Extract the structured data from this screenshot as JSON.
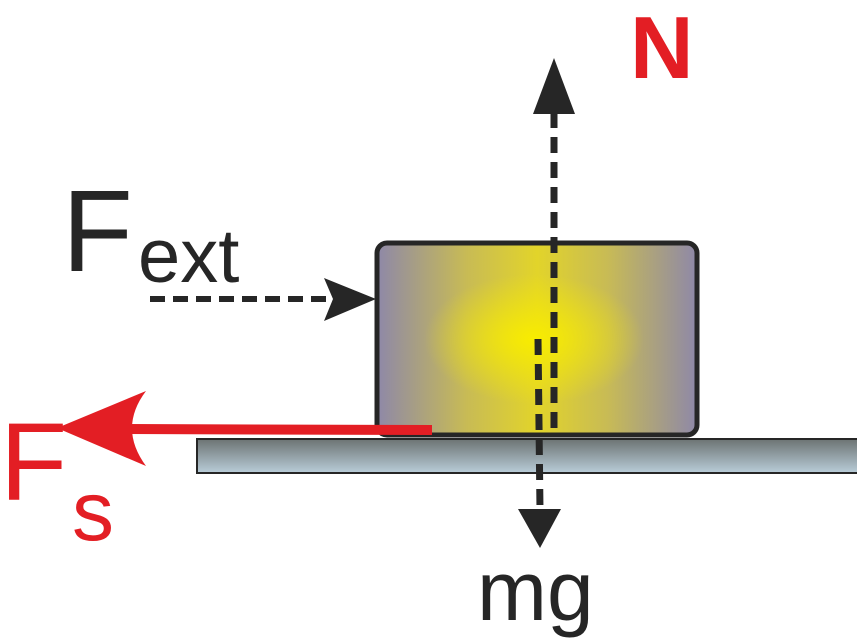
{
  "labels": {
    "normal": "N",
    "external_main": "F",
    "external_sub": "ext",
    "friction_main": "F",
    "friction_sub": "s",
    "weight": "mg"
  },
  "colors": {
    "friction": "#e31e24",
    "normal_label": "#e31e24",
    "arrows": "#262626",
    "block_center": "#f5e800",
    "block_edge": "#8e88a8"
  }
}
